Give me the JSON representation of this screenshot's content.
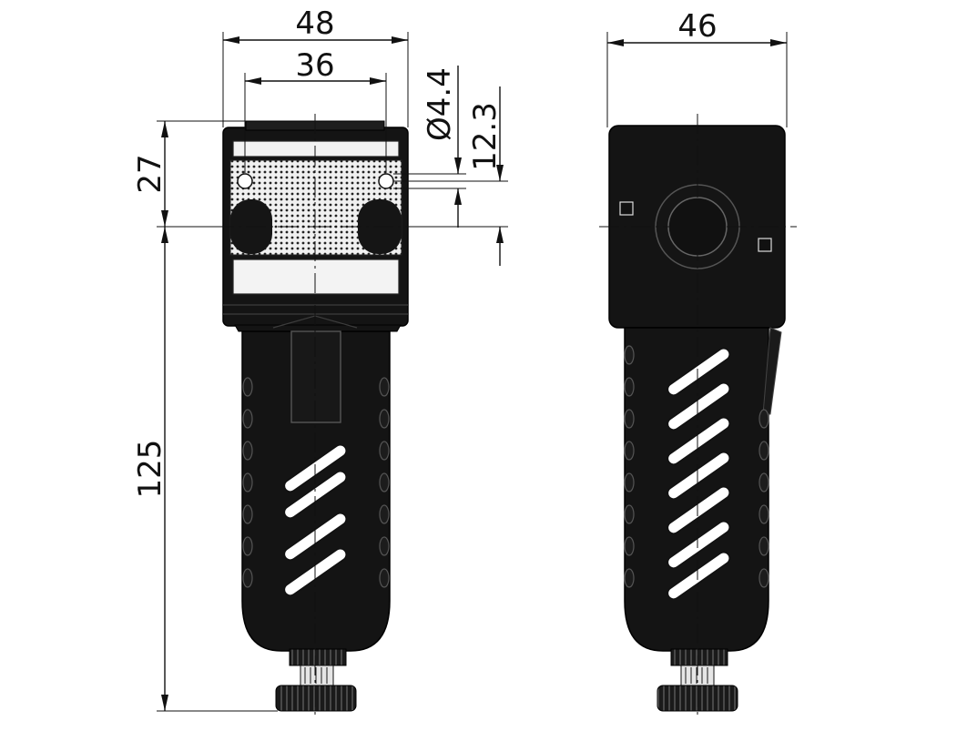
{
  "dimensions": {
    "front_width_outer": "48",
    "front_width_mount": "36",
    "mount_hole_diameter": "Ø4.4",
    "mount_hole_offset": "12.3",
    "head_height": "27",
    "bowl_height": "125",
    "side_width": "46"
  },
  "colors": {
    "body": "#141414",
    "panel": "#f3f3f3",
    "line": "#111111"
  }
}
